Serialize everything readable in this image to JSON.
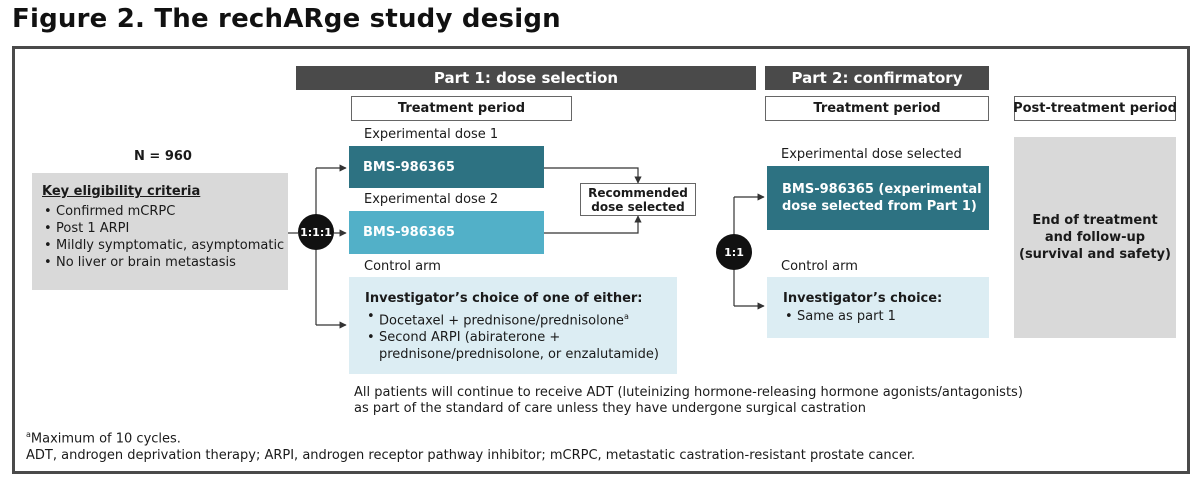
{
  "title": "Figure 2. The rechARge study design",
  "part1": {
    "header": "Part 1: dose selection",
    "treatment_period": "Treatment period",
    "exp_dose_1_label": "Experimental dose 1",
    "exp_dose_1_drug": "BMS-986365",
    "exp_dose_2_label": "Experimental dose 2",
    "exp_dose_2_drug": "BMS-986365",
    "control_label": "Control arm",
    "control_heading": "Investigator’s choice of one of either:",
    "control_item_1": "Docetaxel + prednisone/prednisolone",
    "control_item_1_sup": "a",
    "control_item_2_line1": "Second ARPI (abiraterone +",
    "control_item_2_line2": "prednisone/prednisolone, or enzalutamide)",
    "recommended_line1": "Recommended",
    "recommended_line2": "dose selected",
    "randomization": "1:1:1"
  },
  "eligibility": {
    "n": "N = 960",
    "heading": "Key eligibility criteria",
    "items": [
      "Confirmed mCRPC",
      "Post 1 ARPI",
      "Mildly symptomatic, asymptomatic",
      "No liver or brain metastasis"
    ]
  },
  "part2": {
    "header": "Part 2: confirmatory",
    "treatment_period": "Treatment period",
    "exp_selected_label": "Experimental dose selected",
    "exp_selected_line1": "BMS-986365 (experimental",
    "exp_selected_line2": "dose selected from Part 1)",
    "control_label": "Control arm",
    "control_heading": "Investigator’s choice:",
    "control_item_1": "Same as part 1",
    "randomization": "1:1"
  },
  "post": {
    "header": "Post-treatment period",
    "line1": "End of treatment",
    "line2": "and follow-up",
    "line3": "(survival and safety)"
  },
  "adt_note_line1": "All patients will continue to receive ADT (luteinizing hormone-releasing hormone agonists/antagonists)",
  "adt_note_line2": "as part of the standard of care unless they have undergone surgical castration",
  "footnote_sup": "a",
  "footnote_a": "Maximum of 10 cycles.",
  "abbreviations": "ADT, androgen deprivation therapy; ARPI, androgen receptor pathway inhibitor; mCRPC, metastatic castration-resistant prostate cancer.",
  "colors": {
    "dark_grey": "#4a4a4a",
    "teal_dark": "#2d7282",
    "teal_light": "#52b0c8",
    "pale_blue": "#dcedf3",
    "light_grey": "#d9d9d9"
  }
}
